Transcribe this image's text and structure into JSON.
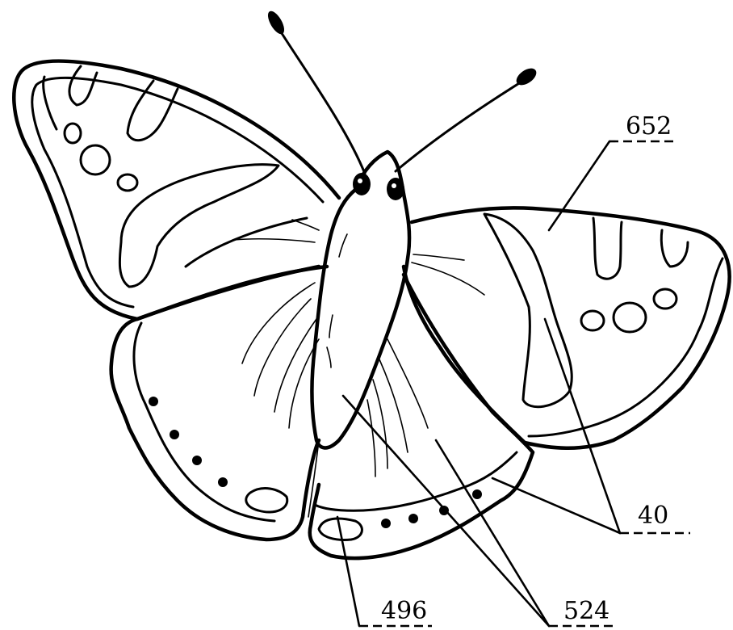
{
  "figure": {
    "labels": {
      "forewing": "652",
      "wing_band": "40",
      "hindwing_spot": "496",
      "body_and_hindwing": "524"
    }
  }
}
